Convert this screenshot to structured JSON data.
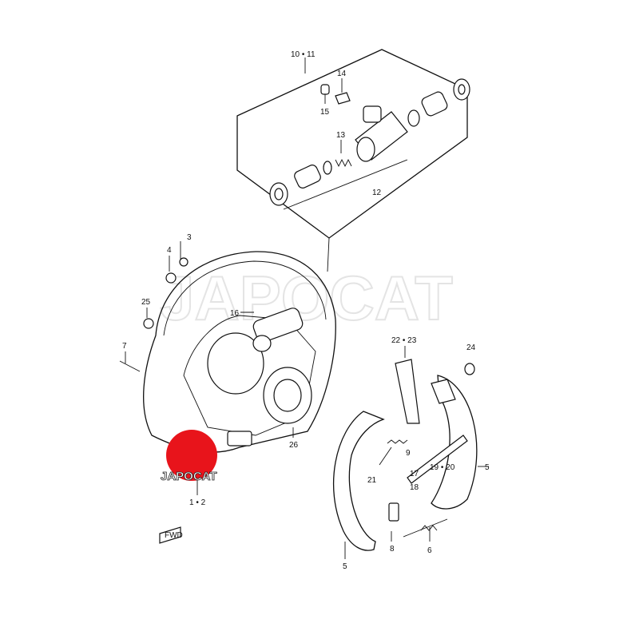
{
  "watermark": "JAPOCAT",
  "logo": {
    "text": "JAPOCAT",
    "color": "#e8141b"
  },
  "fwd_label": "FWD",
  "labels": {
    "l10_11": "10 • 11",
    "l14": "14",
    "l15": "15",
    "l13": "13",
    "l12": "12",
    "l3": "3",
    "l4": "4",
    "l25": "25",
    "l16": "16",
    "l7": "7",
    "l22_23": "22 • 23",
    "l24": "24",
    "l26": "26",
    "l9": "9",
    "l19_20": "19 • 20",
    "l5a": "5",
    "l21": "21",
    "l17": "17",
    "l18": "18",
    "l1_2": "1 • 2",
    "l8": "8",
    "l6": "6",
    "l5b": "5"
  }
}
